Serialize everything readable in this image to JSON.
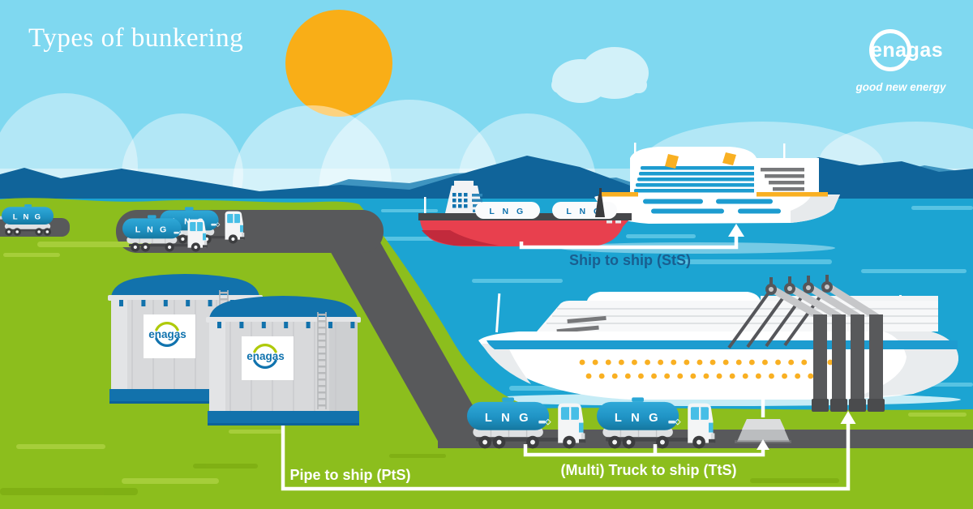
{
  "title": "Types of bunkering",
  "brand": {
    "logo_text": "enagas",
    "tagline": "good new energy"
  },
  "labels": {
    "ship_to_ship": "Ship to ship (StS)",
    "pipe_to_ship": "Pipe to ship (PtS)",
    "truck_to_ship": "(Multi) Truck to ship (TtS)"
  },
  "lng_label": "L N G",
  "storage_tanks": {
    "logo_text": "enagas"
  },
  "colors": {
    "sky": "#7FD8F0",
    "sun": "#F9AE17",
    "sea": "#1CA4D2",
    "mountain": "#10649A",
    "mountain_back": "#3E94C0",
    "land_green": "#8CBE1D",
    "road_gray": "#58595B",
    "brand_blue": "#1073AE",
    "truck_tank_blue": "#1F93C4",
    "ship_red": "#E8404E",
    "accent_yellow": "#F9B022",
    "stripe_blue": "#1D9CD0",
    "label_blue": "#1A5E8F",
    "line_white": "#FFFFFF"
  }
}
